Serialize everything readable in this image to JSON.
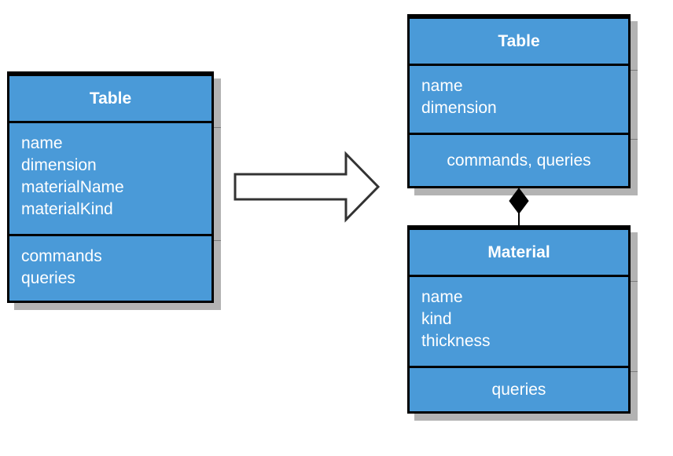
{
  "left_class": {
    "name": "Table",
    "attributes": [
      "name",
      "dimension",
      "materialName",
      "materialKind"
    ],
    "operations": [
      "commands",
      "queries"
    ]
  },
  "right_table_class": {
    "name": "Table",
    "attributes": [
      "name",
      "dimension"
    ],
    "operations": "commands, queries"
  },
  "material_class": {
    "name": "Material",
    "attributes": [
      "name",
      "kind",
      "thickness"
    ],
    "operations": "queries"
  },
  "colors": {
    "class_fill": "#4a9ad8",
    "border": "#000000",
    "shadow": "#b3b3b3",
    "text": "#ffffff",
    "arrow_stroke": "#333333"
  },
  "icons": {
    "transform_arrow": "hollow-right-arrow",
    "composition_marker": "filled-diamond"
  }
}
